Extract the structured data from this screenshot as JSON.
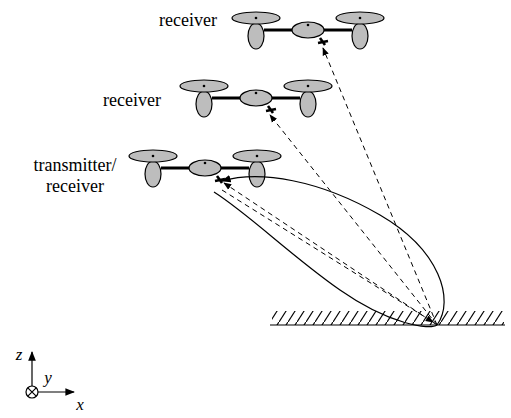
{
  "diagram": {
    "labels": [
      "receiver",
      "receiver",
      "transmitter/ receiver",
      "z",
      "y",
      "x"
    ]
  }
}
